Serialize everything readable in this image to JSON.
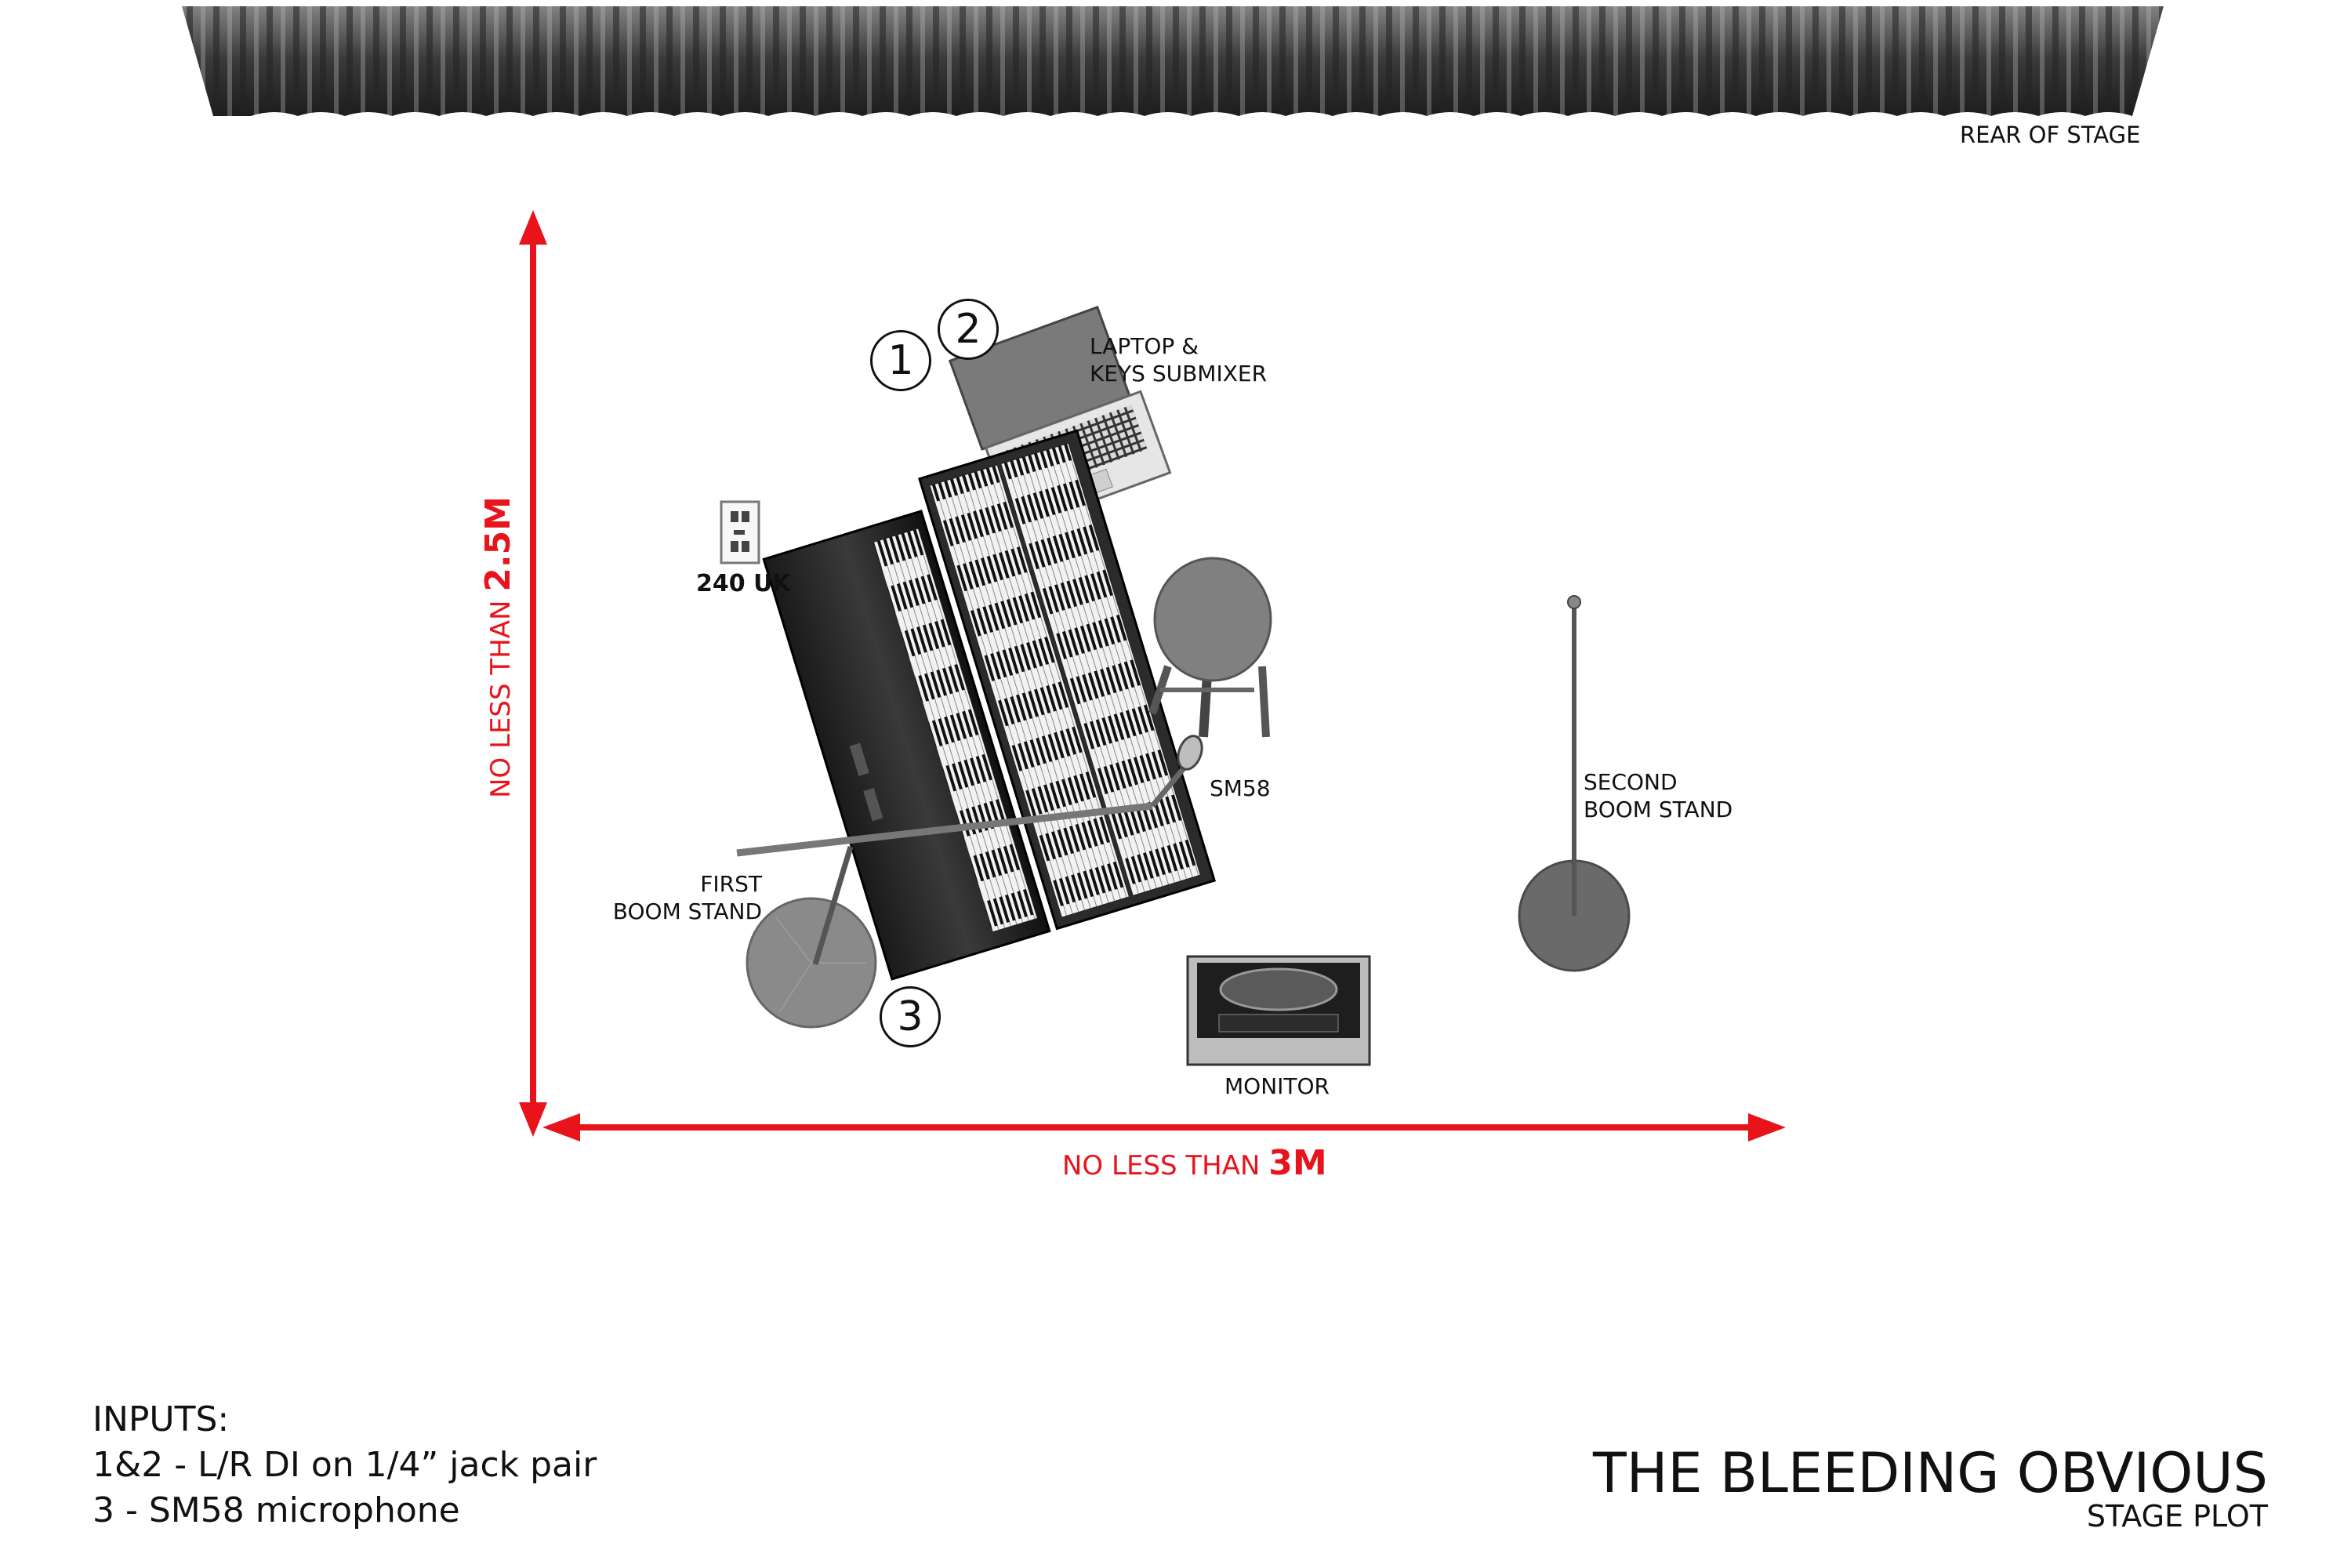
{
  "rear_label": "REAR OF STAGE",
  "depth_label": {
    "prefix": "NO LESS THAN ",
    "value": "2.5M"
  },
  "width_label": {
    "prefix": "NO LESS THAN ",
    "value": "3M"
  },
  "equipment": {
    "laptop_line1": "LAPTOP &",
    "laptop_line2": "KEYS SUBMIXER",
    "power": "240 UK",
    "sm58": "SM58",
    "first_boom_line1": "FIRST",
    "first_boom_line2": "BOOM STAND",
    "second_boom_line1": "SECOND",
    "second_boom_line2": "BOOM STAND",
    "monitor": "MONITOR"
  },
  "input_numbers": {
    "one": "1",
    "two": "2",
    "three": "3"
  },
  "inputs": {
    "heading": "INPUTS:",
    "line1": "1&2 - L/R DI on 1/4” jack pair",
    "line2": "3 - SM58 microphone"
  },
  "band": {
    "name": "THE BLEEDING OBVIOUS",
    "subtitle": "STAGE PLOT"
  },
  "colors": {
    "dimension": "#e8131b",
    "curtain": "#4a4a4a"
  }
}
